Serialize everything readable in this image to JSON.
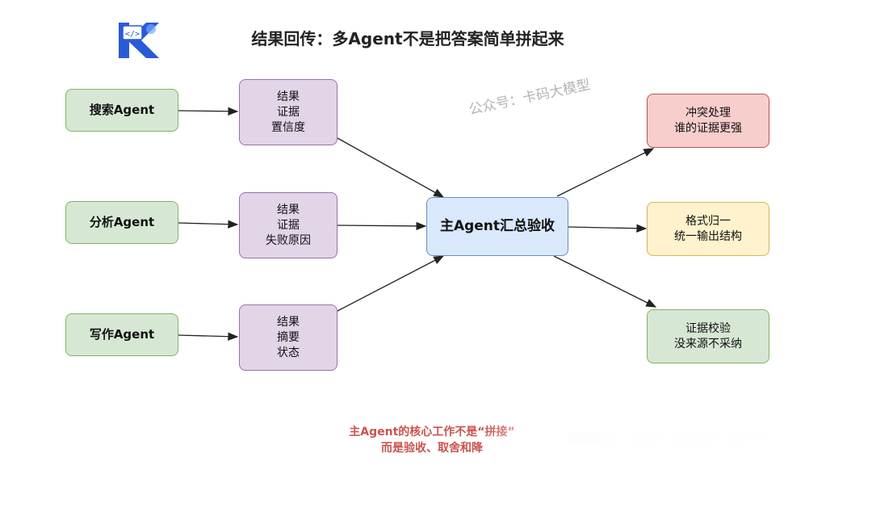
{
  "title": "结果回传：多Agent不是把答案简单拼起来",
  "watermark": "公众号：卡码大模型",
  "colors": {
    "green_fill": "#d6e8d4",
    "purple_fill": "#e2d5e8",
    "blue_fill": "#dae8fc",
    "red_fill": "#f8cecc",
    "yellow_fill": "#fff2cc",
    "note_text": "#c9544d"
  },
  "agents": [
    {
      "label": "搜索Agent"
    },
    {
      "label": "分析Agent"
    },
    {
      "label": "写作Agent"
    }
  ],
  "outputs": [
    {
      "lines": [
        "结果",
        "证据",
        "置信度"
      ]
    },
    {
      "lines": [
        "结果",
        "证据",
        "失败原因"
      ]
    },
    {
      "lines": [
        "结果",
        "摘要",
        "状态"
      ]
    }
  ],
  "main_node": {
    "label": "主Agent汇总验收"
  },
  "results": [
    {
      "lines": [
        "冲突处理",
        "谁的证据更强"
      ]
    },
    {
      "lines": [
        "格式归一",
        "统一输出结构"
      ]
    },
    {
      "lines": [
        "证据校验",
        "没来源不采纳"
      ]
    }
  ],
  "note": {
    "line1": "主Agent的核心工作不是“拼接”",
    "line2": "而是验收、取舍和降"
  }
}
